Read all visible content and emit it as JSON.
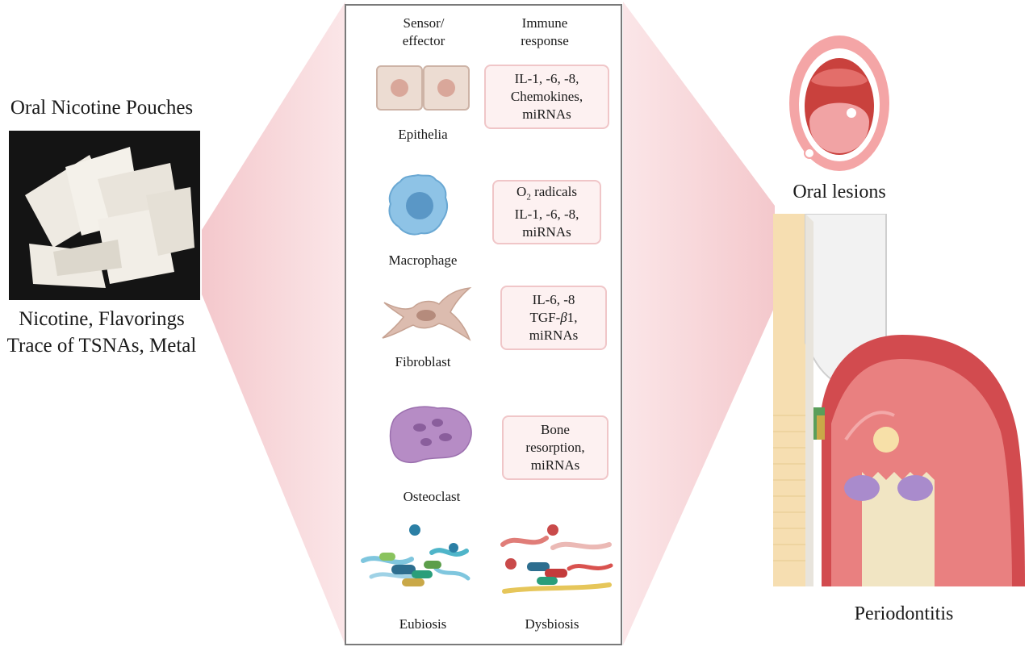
{
  "left": {
    "title": "Oral Nicotine Pouches",
    "ingredients_line1": "Nicotine, Flavorings",
    "ingredients_line2": "Trace of TSNAs, Metal"
  },
  "center": {
    "header_sensor_line1": "Sensor/",
    "header_sensor_line2": "effector",
    "header_immune_line1": "Immune",
    "header_immune_line2": "response",
    "rows": [
      {
        "cell": "Epithelia",
        "response": [
          "IL-1, -6, -8,",
          "Chemokines,",
          "miRNAs"
        ]
      },
      {
        "cell": "Macrophage",
        "response_o": "O",
        "response_sub": "2",
        "response_first_rest": " radicals",
        "response": [
          "IL-1, -6, -8,",
          "miRNAs"
        ]
      },
      {
        "cell": "Fibroblast",
        "response": [
          "IL-6, -8",
          "TGF-",
          "β",
          "1,",
          "miRNAs"
        ]
      },
      {
        "cell": "Osteoclast",
        "response": [
          "Bone",
          "resorption,",
          "miRNAs"
        ]
      }
    ],
    "eubiosis": "Eubiosis",
    "dysbiosis": "Dysbiosis"
  },
  "right": {
    "oral_lesions": "Oral lesions",
    "periodontitis": "Periodontitis"
  }
}
